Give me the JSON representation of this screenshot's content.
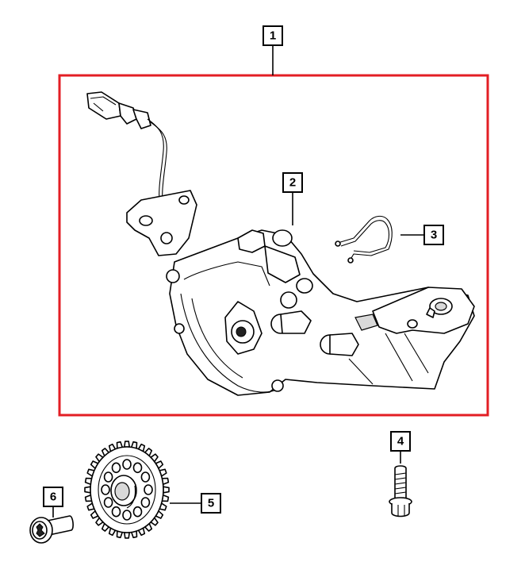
{
  "callouts": [
    {
      "id": "1",
      "label": "1"
    },
    {
      "id": "2",
      "label": "2"
    },
    {
      "id": "3",
      "label": "3"
    },
    {
      "id": "4",
      "label": "4"
    },
    {
      "id": "5",
      "label": "5"
    },
    {
      "id": "6",
      "label": "6"
    }
  ],
  "colors": {
    "assembly_frame": "#e31e24",
    "line": "#000000",
    "background": "#ffffff"
  },
  "icons": {
    "part_1": "oil-pump-assembly-icon",
    "part_2": "oil-pump-body-icon",
    "part_3": "retaining-clip-icon",
    "part_4": "flange-bolt-icon",
    "part_5": "sprocket-gear-icon",
    "part_6": "torx-screw-icon"
  }
}
